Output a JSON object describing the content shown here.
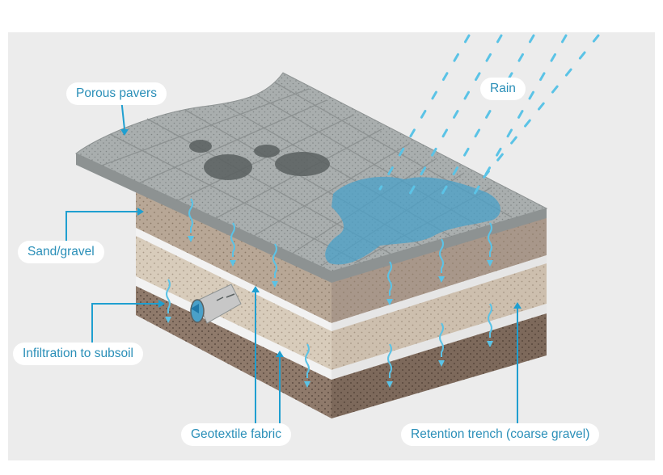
{
  "labels": {
    "porous_pavers": "Porous pavers",
    "rain": "Rain",
    "sand_gravel": "Sand/gravel",
    "infiltration": "Infiltration to subsoil",
    "geotextile": "Geotextile fabric",
    "retention": "Retention trench (coarse gravel)"
  },
  "colors": {
    "background": "#ececec",
    "paver": "#a9aeae",
    "paver_edge": "#8d9292",
    "sand_layer": "#b8a796",
    "retention_layer": "#d8ccbb",
    "subsoil_layer": "#8f7a6b",
    "geotextile": "#efefef",
    "water": "#4aa0c8",
    "rain": "#5bc3e6",
    "label_text": "#2a8fb8",
    "leader_line": "#1f9fd0"
  }
}
